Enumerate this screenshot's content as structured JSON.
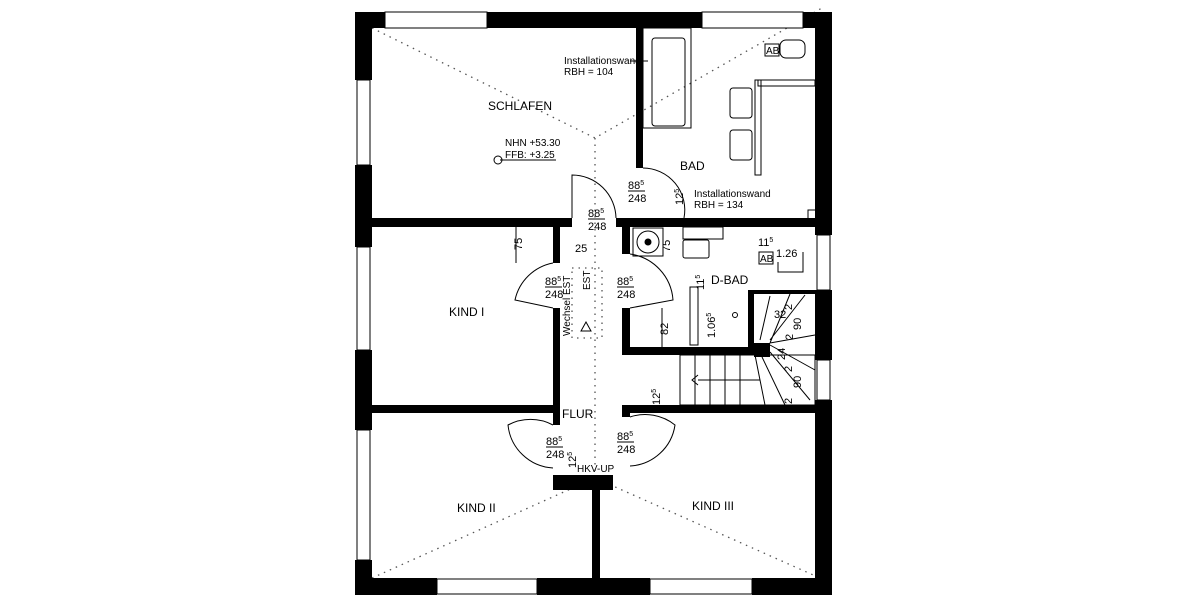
{
  "rooms": {
    "schlafen": "SCHLAFEN",
    "bad": "BAD",
    "d_bad": "D-BAD",
    "kind1": "KIND I",
    "kind2": "KIND II",
    "kind3": "KIND III",
    "flur": "FLUR"
  },
  "annotations": {
    "install1_title": "Installationswand",
    "install1_rbh": "RBH = 104",
    "install2_title": "Installationswand",
    "install2_rbh": "RBH = 134",
    "nhn": "NHN +53.30",
    "ffb": "FFB: +3.25",
    "ab1": "AB",
    "ab2": "AB",
    "wechsel": "Wechsel EST",
    "est": "EST",
    "hkv": "HKV-UP"
  },
  "doors": [
    {
      "width": "88",
      "sup": "5",
      "height": "248"
    },
    {
      "width": "88",
      "sup": "5",
      "height": "248"
    },
    {
      "width": "88",
      "sup": "5",
      "height": "248"
    },
    {
      "width": "88",
      "sup": "5",
      "height": "248"
    },
    {
      "width": "88",
      "sup": "5",
      "height": "248"
    },
    {
      "width": "88",
      "sup": "5",
      "height": "248"
    }
  ],
  "dimensions": {
    "d75a": "75",
    "d25": "25",
    "d12_5a": "12",
    "d75b": "75",
    "d11_5a": "11",
    "d1_26": "1.26",
    "d11_5b": "11",
    "d82": "82",
    "d1_06": "1.06",
    "d12_5b": "12",
    "d12_5c": "12",
    "sup5": "5",
    "stair": [
      "2",
      "32",
      "90",
      "2",
      "24",
      "2",
      "90",
      "2"
    ]
  }
}
